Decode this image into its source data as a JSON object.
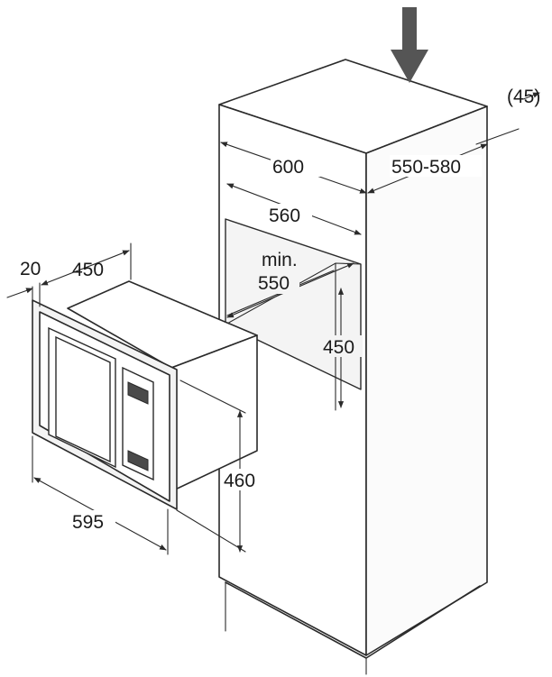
{
  "dimensions": {
    "cabinet_width": "600",
    "cabinet_depth": "550-580",
    "rear_clearance": "(45)",
    "niche_width": "560",
    "niche_depth_min_label": "min.",
    "niche_depth_min_value": "550",
    "niche_height": "450",
    "mw_frame_depth": "20",
    "mw_depth": "450",
    "mw_width": "595",
    "mw_height": "460"
  },
  "colors": {
    "line": "#2a2a2a",
    "insertion_arrow": "#555555",
    "panel": "#4a4a4a"
  },
  "icons": {
    "insertion_arrow": "down-arrow-icon"
  }
}
